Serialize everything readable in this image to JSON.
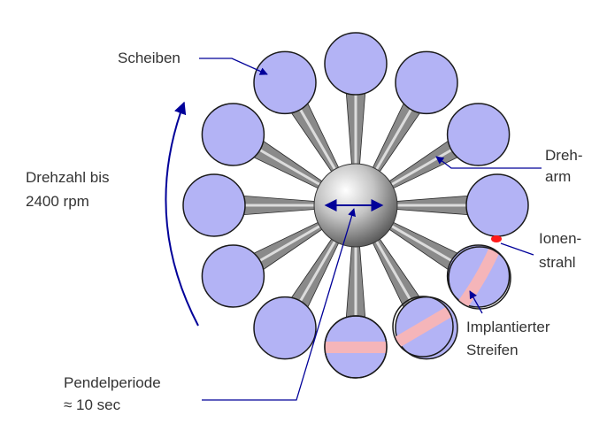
{
  "labels": {
    "scheiben": "Scheiben",
    "dreh_line1": "Dreh-",
    "dreh_line2": "arm",
    "ionen_line1": "Ionen-",
    "ionen_line2": "strahl",
    "drehzahl_line1": "Drehzahl bis",
    "drehzahl_line2": "2400 rpm",
    "implant_line1": "Implantierter",
    "implant_line2": "Streifen",
    "pendel_line1": "Pendelperiode",
    "pendel_line2": "≈ 10 sec"
  },
  "diagram": {
    "disc_count": 12,
    "colors": {
      "disc_fill": "#b3b3f5",
      "disc_stroke": "#1a1a1a",
      "stripe": "#f5b5b9",
      "beam": "#ff1a1a",
      "arrow": "#000099",
      "hub": "#a6a6a6"
    }
  }
}
